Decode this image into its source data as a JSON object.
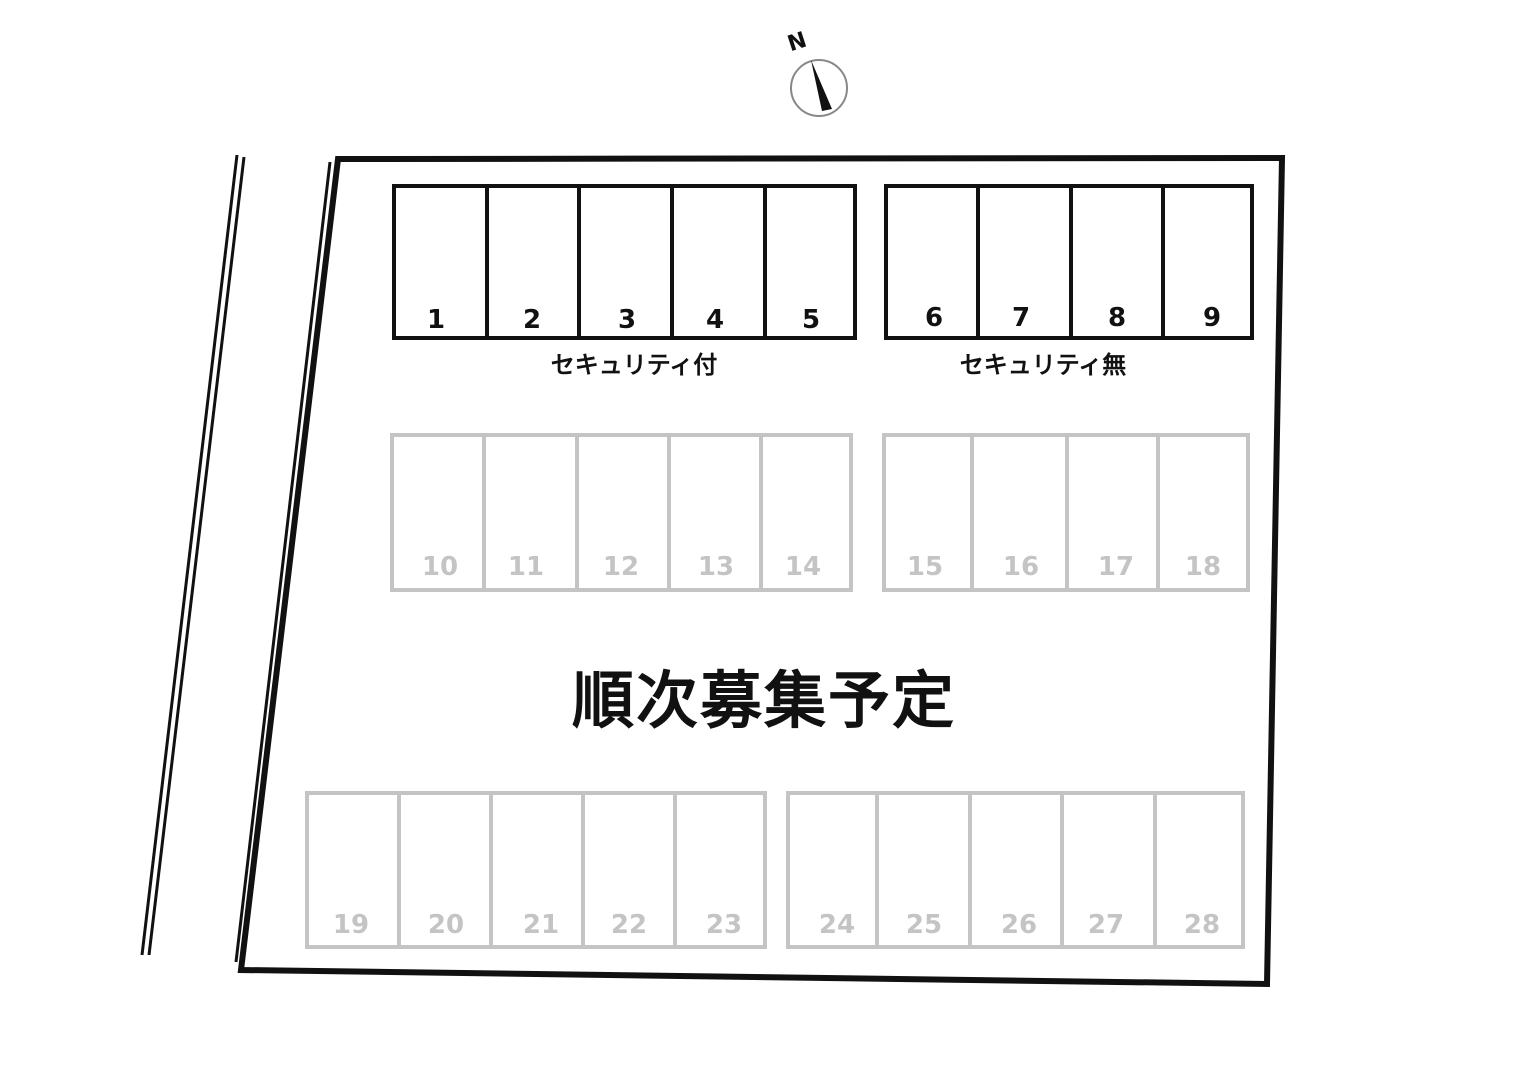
{
  "compass": {
    "label": "N",
    "icon": "north-arrow-icon"
  },
  "groups": {
    "top_left": {
      "label": "セキュリティ付",
      "slots": [
        "1",
        "2",
        "3",
        "4",
        "5"
      ],
      "status": "available",
      "color": "#111111"
    },
    "top_right": {
      "label": "セキュリティ無",
      "slots": [
        "6",
        "7",
        "8",
        "9"
      ],
      "status": "available",
      "color": "#111111"
    },
    "middle_left": {
      "slots": [
        "10",
        "11",
        "12",
        "13",
        "14"
      ],
      "status": "planned",
      "color": "#c4c4c4"
    },
    "middle_right": {
      "slots": [
        "15",
        "16",
        "17",
        "18"
      ],
      "status": "planned",
      "color": "#c4c4c4"
    },
    "bottom_left": {
      "slots": [
        "19",
        "20",
        "21",
        "22",
        "23"
      ],
      "status": "planned",
      "color": "#c4c4c4"
    },
    "bottom_right": {
      "slots": [
        "24",
        "25",
        "26",
        "27",
        "28"
      ],
      "status": "planned",
      "color": "#c4c4c4"
    }
  },
  "notice": "順次募集予定"
}
